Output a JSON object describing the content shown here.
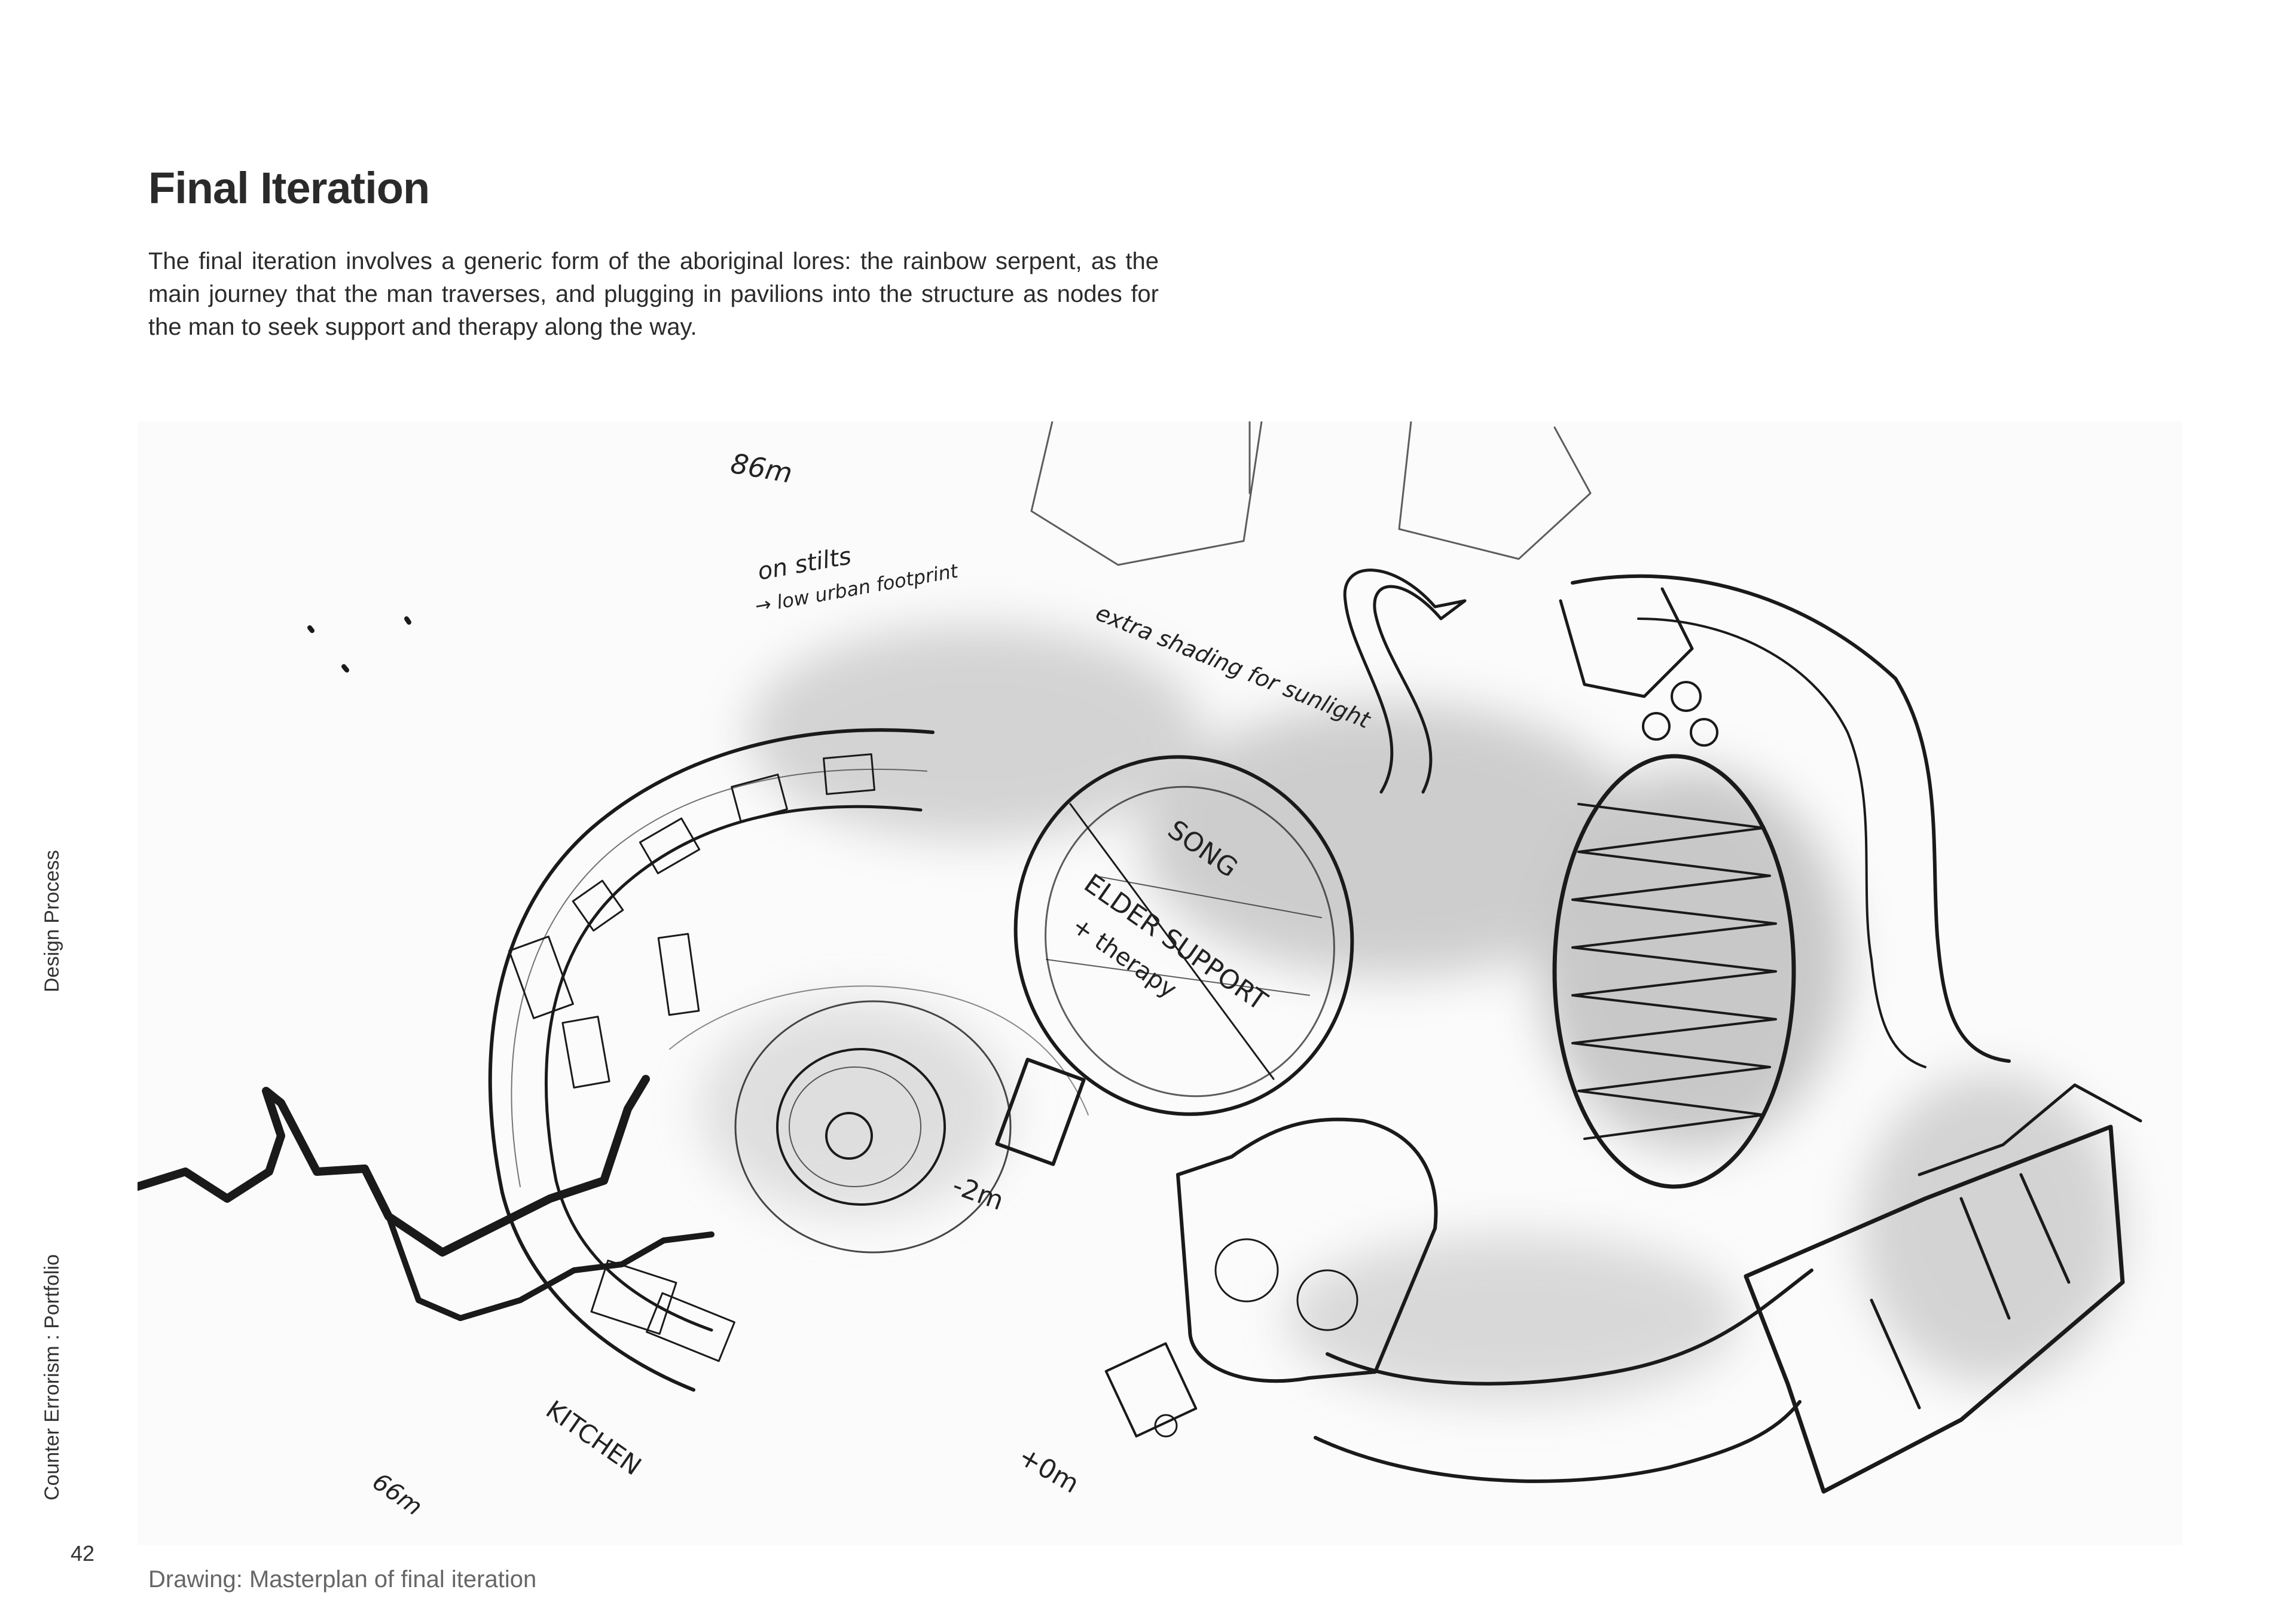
{
  "page": {
    "title": "Final Iteration",
    "intro": "The final iteration involves a generic form of the aboriginal lores: the rainbow serpent, as the main journey that the man traverses, and plugging in pavilions into the structure as nodes for the man to seek support and therapy along the way.",
    "caption": "Drawing: Masterplan of final iteration",
    "page_number": "42",
    "side_section": "Design Process",
    "side_portfolio": "Counter Errorism : Portfolio"
  },
  "drawing": {
    "annotations": {
      "dimension_top": "86m",
      "on_stilts": "on stilts",
      "low_footprint": "→ low urban footprint",
      "extra_shading": "extra shading for sunlight",
      "song": "SONG",
      "elder_support": "ELDER SUPPORT",
      "therapy": "+ therapy",
      "level_minus": "-2m",
      "kitchen": "KITCHEN",
      "dimension_left": "66m",
      "level_zero": "+0m"
    },
    "colors": {
      "ink": "#1a1a1a",
      "smudge": "#9a9a9a"
    }
  }
}
